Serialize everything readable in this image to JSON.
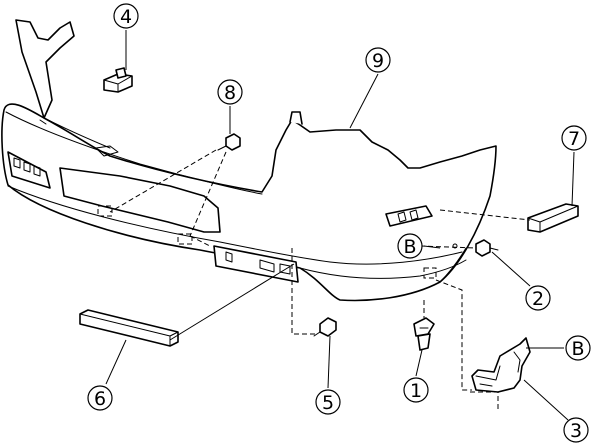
{
  "callouts": {
    "c1": "1",
    "c2": "2",
    "c3": "3",
    "c4": "4",
    "c5": "5",
    "c6": "6",
    "c7": "7",
    "c8": "8",
    "c9": "9",
    "b_left": "B",
    "b_right": "B"
  }
}
